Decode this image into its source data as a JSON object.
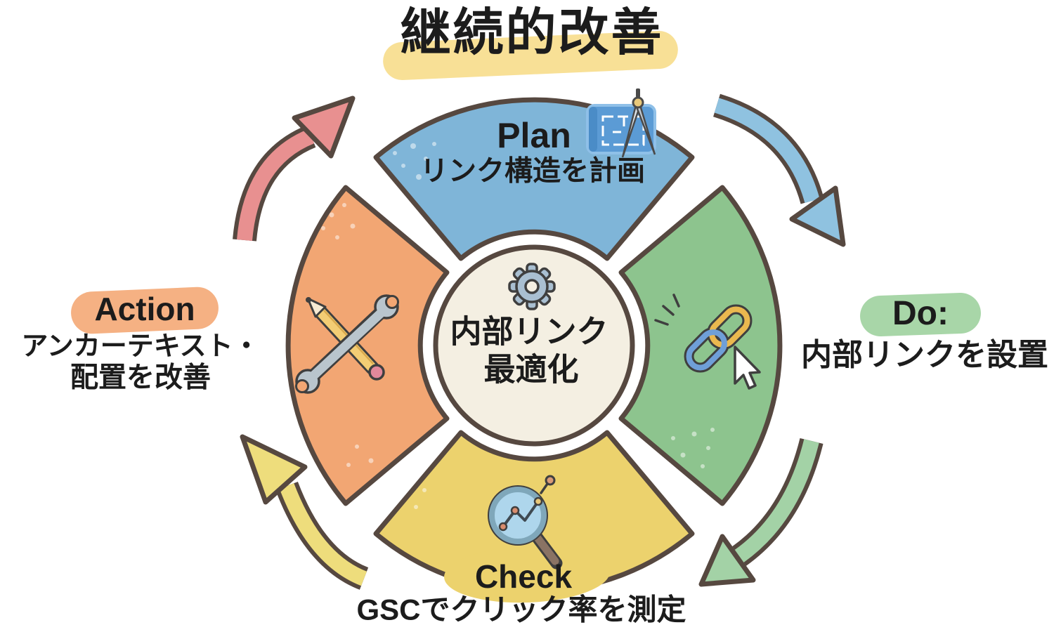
{
  "title": {
    "text": "継続的改善",
    "highlight_color": "#f8e096"
  },
  "center": {
    "line1": "内部リンク",
    "line2": "最適化",
    "fill": "#f4efe2",
    "icon": "gear-icon"
  },
  "segments": {
    "plan": {
      "label": "Plan",
      "desc": "リンク構造を計画",
      "color": "#7fb5d8",
      "icon": "blueprint-compass-icon"
    },
    "do": {
      "label": "Do:",
      "desc": "内部リンクを設置",
      "color": "#8dc48e",
      "pill_color": "#a8d6a8",
      "icon": "chain-link-cursor-icon"
    },
    "check": {
      "label": "Check",
      "desc": "GSCでクリック率を測定",
      "color": "#ecd26d",
      "icon": "magnifier-chart-icon"
    },
    "action": {
      "label": "Action",
      "desc_line1": "アンカーテキスト・",
      "desc_line2": "配置を改善",
      "color": "#f2a673",
      "pill_color": "#f5b183",
      "icon": "pencil-wrench-icon"
    }
  },
  "arrows": {
    "action_to_plan": {
      "position": "top-left",
      "color": "#e89090"
    },
    "plan_to_do": {
      "position": "top-right",
      "color": "#8fc2e0"
    },
    "do_to_check": {
      "position": "bottom-right",
      "color": "#a3d2a6"
    },
    "check_to_action": {
      "position": "bottom-left",
      "color": "#eedd7c"
    }
  },
  "colors": {
    "outline": "#564840",
    "text": "#1c1c1c",
    "background": "#ffffff"
  }
}
